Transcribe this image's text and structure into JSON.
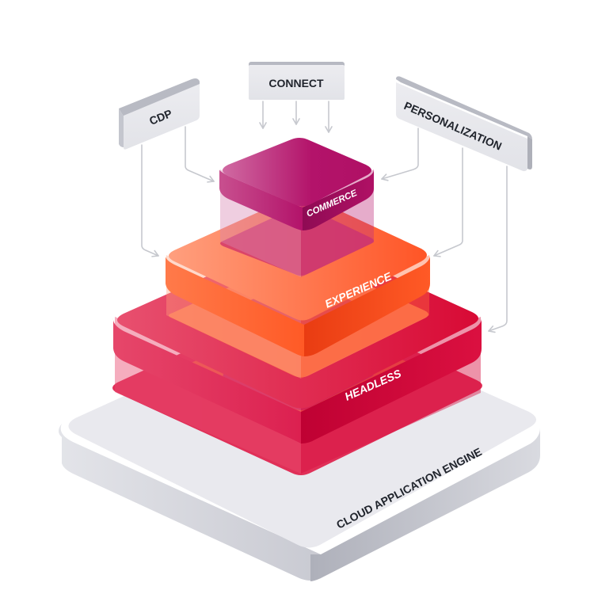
{
  "diagram": {
    "title": "Platform architecture stack",
    "colors": {
      "base_top": "#e9e9ee",
      "base_side_left": "#d6d7dd",
      "base_side_right": "#b9bac3",
      "headless": "#dc0a3a",
      "experience": "#ff5a26",
      "commerce": "#b3136a",
      "source_box": "#e6e7ec",
      "arrow": "#c6c8ce",
      "dark_text": "#1f232b",
      "light_text": "#ffffff"
    },
    "sources": {
      "connect": "CONNECT",
      "cdp": "CDP",
      "personalization": "PERSONALIZATION"
    },
    "layers": {
      "commerce": "COMMERCE",
      "experience": "EXPERIENCE",
      "headless": "HEADLESS",
      "base": "CLOUD APPLICATION ENGINE"
    }
  }
}
